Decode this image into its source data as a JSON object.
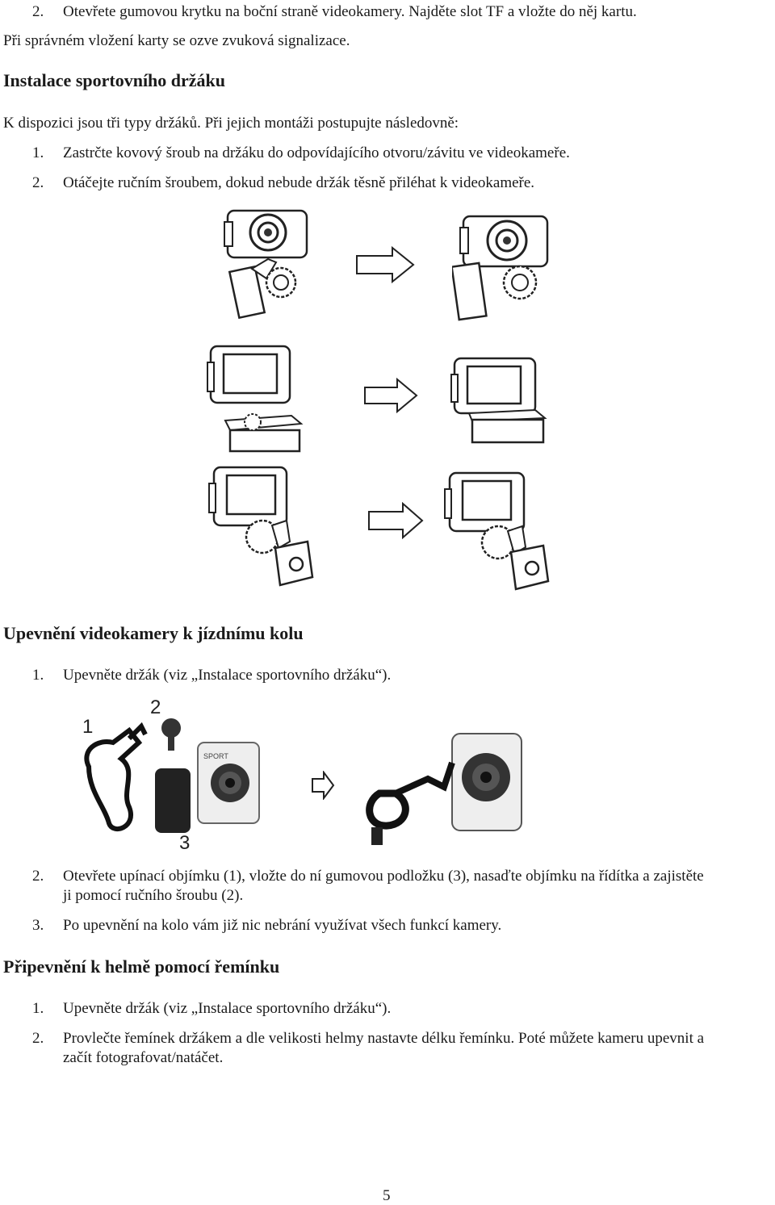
{
  "intro": {
    "item2_num": "2.",
    "item2_text": "Otevřete gumovou krytku na boční straně videokamery. Najděte slot TF a vložte do něj kartu.",
    "note": "Při správném vložení karty se ozve zvuková signalizace."
  },
  "sport_mount": {
    "heading": "Instalace sportovního držáku",
    "intro": "K dispozici jsou tři typy držáků. Při jejich montáži postupujte následovně:",
    "steps": [
      {
        "num": "1.",
        "text": "Zastrčte kovový šroub na držáku do odpovídajícího otvoru/závitu ve videokameře."
      },
      {
        "num": "2.",
        "text": "Otáčejte ručním šroubem, dokud nebude držák těsně přiléhat k videokameře."
      }
    ]
  },
  "bike_mount": {
    "heading": "Upevnění videokamery k jízdnímu kolu",
    "steps": [
      {
        "num": "1.",
        "text": "Upevněte držák (viz „Instalace sportovního držáku“)."
      },
      {
        "num": "2.",
        "text_line1": "Otevřete upínací objímku (1), vložte do ní gumovou podložku (3), nasaďte objímku na řídítka a zajistěte",
        "text_line2": "ji pomocí ručního šroubu (2)."
      },
      {
        "num": "3.",
        "text": "Po upevnění na kolo vám již nic nebrání využívat všech funkcí kamery."
      }
    ],
    "figure_labels": [
      "1",
      "2",
      "3"
    ],
    "camera_brand": "SPORT"
  },
  "helmet_mount": {
    "heading": "Připevnění k helmě pomocí řemínku",
    "steps": [
      {
        "num": "1.",
        "text": "Upevněte držák (viz „Instalace sportovního držáku“)."
      },
      {
        "num": "2.",
        "text_line1": "Provlečte řemínek držákem a dle velikosti helmy nastavte délku řemínku. Poté můžete kameru upevnit a",
        "text_line2": "začít fotografovat/natáčet."
      }
    ]
  },
  "footer": {
    "page_number": "5"
  }
}
